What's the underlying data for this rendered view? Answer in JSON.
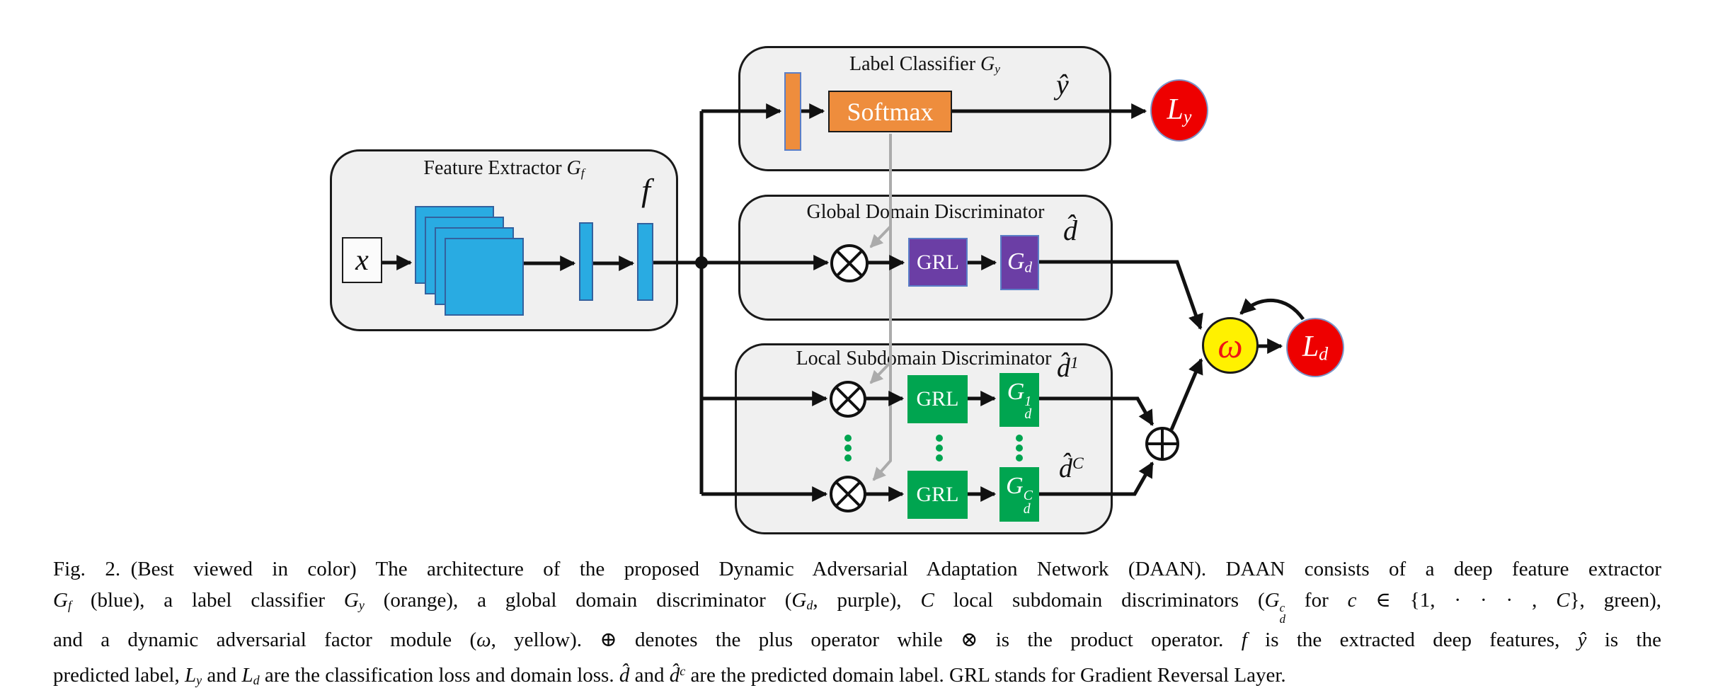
{
  "figure": {
    "feature_extractor": {
      "title": [
        {
          "t": "Feature Extractor ",
          "s": "n"
        },
        {
          "base": "G",
          "sub": "f"
        }
      ],
      "input": "x",
      "output": "f"
    },
    "label_classifier": {
      "title": [
        {
          "t": "Label Classifier ",
          "s": "n"
        },
        {
          "base": "G",
          "sub": "y"
        }
      ],
      "softmax": "Softmax",
      "output": "ŷ",
      "loss": [
        {
          "base": "L",
          "sub": "y"
        }
      ]
    },
    "global_discriminator": {
      "title": [
        {
          "t": "Global Domain Discriminator",
          "s": "n"
        }
      ],
      "grl": "GRL",
      "classifier": [
        {
          "base": "G",
          "sub": "d"
        }
      ],
      "output": "d̂"
    },
    "local_discriminator": {
      "title": [
        {
          "t": "Local Subdomain Discriminator",
          "s": "n"
        }
      ],
      "grl": "GRL",
      "row1": {
        "classifier": [
          {
            "base": "G",
            "sub": "d",
            "sup": "1"
          }
        ],
        "output": [
          {
            "base": "d̂",
            "sup": "1"
          }
        ]
      },
      "rowC": {
        "classifier": [
          {
            "base": "G",
            "sub": "d",
            "sup": "C"
          }
        ],
        "output": [
          {
            "base": "d̂",
            "sup": "C"
          }
        ]
      }
    },
    "omega": "ω",
    "domain_loss": [
      {
        "base": "L",
        "sub": "d"
      }
    ]
  },
  "caption": {
    "lines": [
      [
        {
          "t": "Fig. 2. (Best viewed in color) The architecture of the proposed Dynamic Adversarial Adaptation Network (DAAN). DAAN consists of a deep feature extractor",
          "s": "n"
        }
      ],
      [
        {
          "base": "G",
          "sub": "f"
        },
        {
          "t": " (blue), a label classifier ",
          "s": "n"
        },
        {
          "base": "G",
          "sub": "y"
        },
        {
          "t": " (orange), a global domain discriminator (",
          "s": "n"
        },
        {
          "base": "G",
          "sub": "d"
        },
        {
          "t": ", purple), ",
          "s": "n"
        },
        {
          "t": "C",
          "s": "i"
        },
        {
          "t": " local subdomain discriminators (",
          "s": "n"
        },
        {
          "base": "G",
          "sub": "d",
          "sup": "c"
        },
        {
          "t": " for ",
          "s": "n"
        },
        {
          "t": "c",
          "s": "i"
        },
        {
          "t": " ∈ {1, · · · , ",
          "s": "n"
        },
        {
          "t": "C",
          "s": "i"
        },
        {
          "t": "}, green),",
          "s": "n"
        }
      ],
      [
        {
          "t": "and a dynamic adversarial factor module (",
          "s": "n"
        },
        {
          "t": "ω",
          "s": "i"
        },
        {
          "t": ", yellow). ⊕ denotes the plus operator while ⊗ is the product operator. ",
          "s": "n"
        },
        {
          "t": "f",
          "s": "i"
        },
        {
          "t": " is the extracted deep features, ",
          "s": "n"
        },
        {
          "t": "ŷ",
          "s": "i"
        },
        {
          "t": " is the",
          "s": "n"
        }
      ],
      [
        {
          "t": "predicted label, ",
          "s": "n"
        },
        {
          "base": "L",
          "sub": "y"
        },
        {
          "t": " and ",
          "s": "n"
        },
        {
          "base": "L",
          "sub": "d"
        },
        {
          "t": " are the classification loss and domain loss. ",
          "s": "n"
        },
        {
          "t": "d̂",
          "s": "i"
        },
        {
          "t": " and ",
          "s": "n"
        },
        {
          "base": "d̂",
          "sup": "c"
        },
        {
          "t": " are the predicted domain label. GRL stands for Gradient Reversal Layer.",
          "s": "n"
        }
      ]
    ]
  },
  "colors": {
    "blue": "#29ABE2",
    "orange": "#EE8D3D",
    "purple": "#6B3EA5",
    "green": "#00A550",
    "yellow": "#FFF100",
    "red": "#EE0000",
    "panel": "#F0F0F0",
    "gray_line": "#ABABAB",
    "omega_text": "#F01414"
  }
}
